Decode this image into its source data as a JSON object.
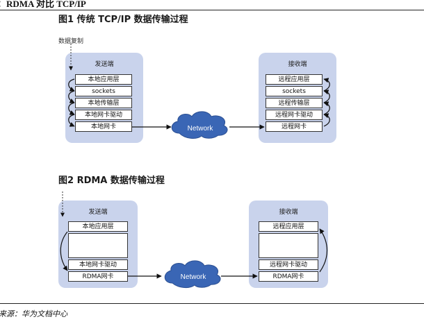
{
  "header": {
    "title": "：RDMA 对比 TCP/IP",
    "source": "来源：华为文档中心"
  },
  "fig1": {
    "title": "图1 传统 TCP/IP 数据传输过程",
    "copy_label": "数据复制",
    "sender": {
      "title": "发送端",
      "layers": [
        "本地应用层",
        "sockets",
        "本地传输层",
        "本地网卡驱动",
        "本地网卡"
      ]
    },
    "receiver": {
      "title": "接收端",
      "layers": [
        "远程应用层",
        "sockets",
        "远程传输层",
        "远程网卡驱动",
        "远程网卡"
      ]
    },
    "network": "Network"
  },
  "fig2": {
    "title": "图2 RDMA 数据传输过程",
    "sender": {
      "title": "发送端",
      "top": "本地应用层",
      "driver": "本地网卡驱动",
      "nic": "RDMA网卡"
    },
    "receiver": {
      "title": "接收端",
      "top": "远程应用层",
      "driver": "远程网卡驱动",
      "nic": "RDMA网卡"
    },
    "network": "Network"
  }
}
